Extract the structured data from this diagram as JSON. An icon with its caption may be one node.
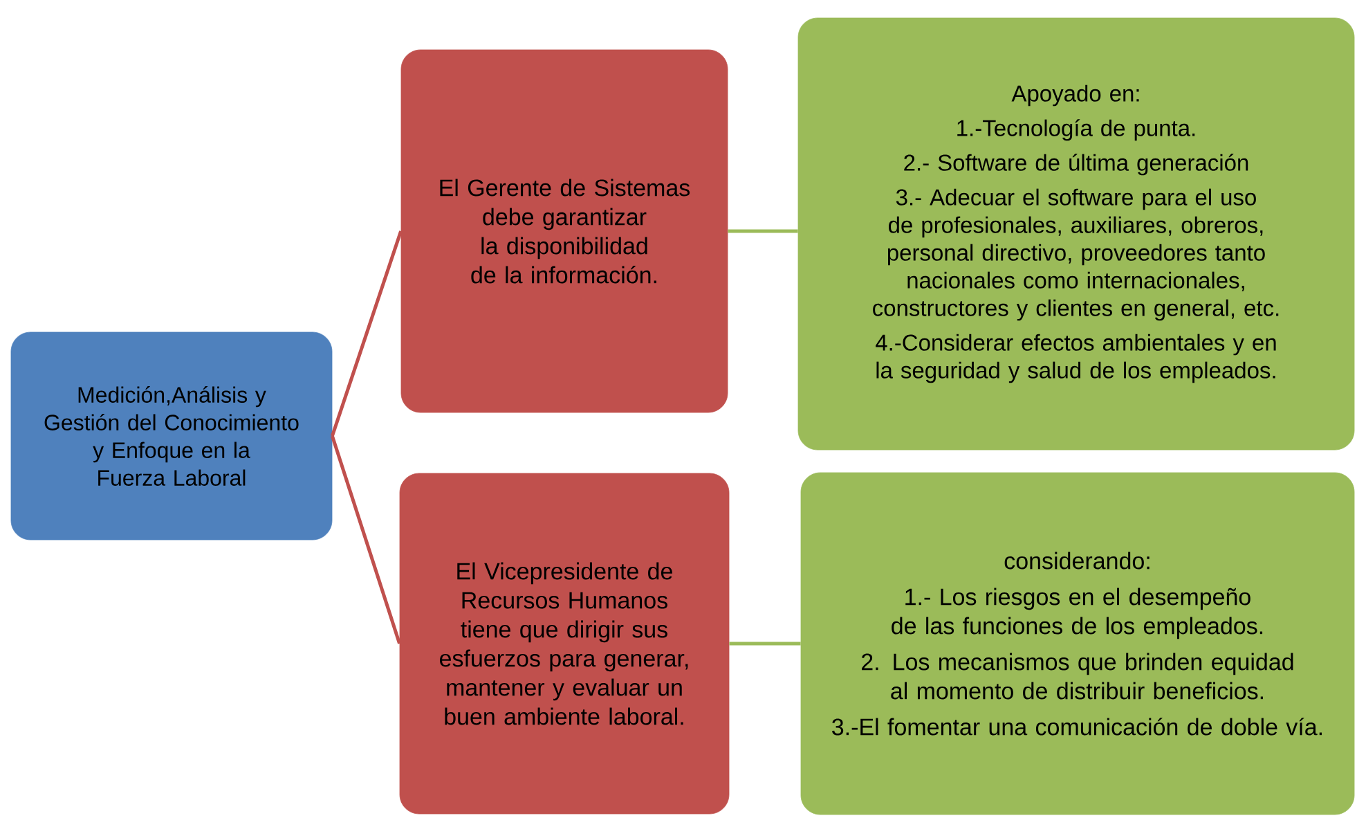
{
  "diagram": {
    "nodes": [
      {
        "text": [
          "Medición,Análisis y Gestión del Conocimiento y Enfoque en la Fuerza Laboral"
        ]
      },
      {
        "text": [
          "El Gerente de Sistemas debe garantizar la disponibilidad de la información."
        ]
      },
      {
        "text": [
          "Apoyado en:",
          "1.-Tecnología de punta.",
          "2.- Software  de última generación",
          "3.-  Adecuar el software para el uso de profesionales, auxiliares, obreros, personal directivo, proveedores tanto nacionales como internacionales, constructores y clientes en general, etc.",
          "4.-Considerar  efectos ambientales y en la seguridad y salud de los empleados."
        ]
      },
      {
        "text": [
          "El Vicepresidente de Recursos Humanos tiene que  dirigir sus esfuerzos para generar, mantener y evaluar un buen ambiente laboral."
        ]
      },
      {
        "text": [
          "considerando:",
          "1.- Los riesgos en el desempeño de las funciones de los empleados.",
          "2. Los mecanismos que brinden equidad al momento de distribuir beneficios.",
          "3.-El fomentar una comunicación de doble vía."
        ]
      }
    ],
    "edges": [
      {
        "from": 0,
        "to": 1,
        "arrow": "none",
        "color": "#c0504d"
      },
      {
        "from": 0,
        "to": 3,
        "arrow": "none",
        "color": "#c0504d"
      },
      {
        "from": 1,
        "to": 2,
        "arrow": "none",
        "color": "#9bbb59"
      },
      {
        "from": 3,
        "to": 4,
        "arrow": "none",
        "color": "#9bbb59"
      }
    ]
  }
}
